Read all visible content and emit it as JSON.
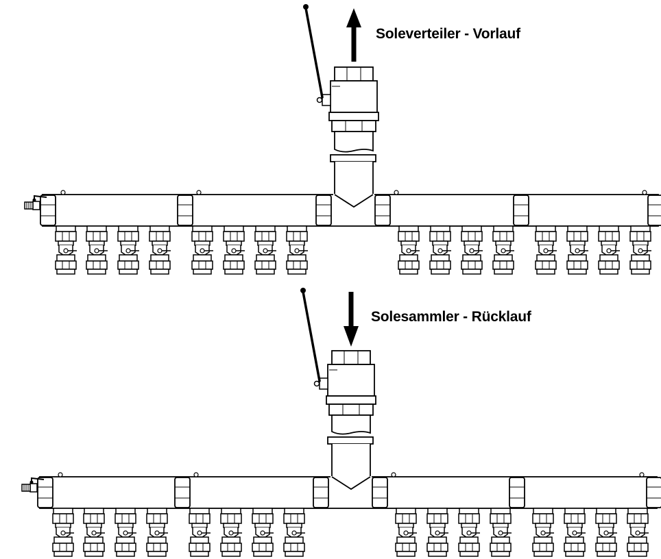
{
  "labels": {
    "supply": "Soleverteiler - Vorlauf",
    "return": "Solesammler - Rücklauf"
  },
  "manifolds": [
    {
      "name": "supply-manifold",
      "flow_direction": "up",
      "outlets": 16
    },
    {
      "name": "return-manifold",
      "flow_direction": "down",
      "outlets": 16
    }
  ],
  "colors": {
    "line": "#000000",
    "background": "#ffffff"
  }
}
